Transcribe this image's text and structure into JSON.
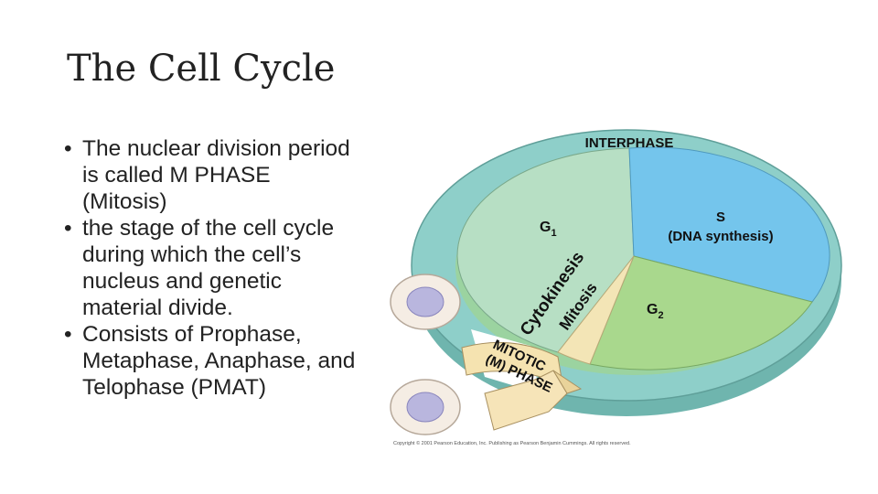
{
  "slide": {
    "title": "The Cell Cycle",
    "bullets": [
      {
        "lines": [
          "The nuclear division period",
          "is called M PHASE",
          "(Mitosis)"
        ]
      },
      {
        "lines": [
          "the stage of the cell cycle",
          "during which the cell’s",
          "nucleus and genetic",
          "material divide."
        ]
      },
      {
        "lines": [
          "Consists of Prophase,",
          "Metaphase, Anaphase, and",
          "Telophase (PMAT)"
        ]
      }
    ]
  },
  "diagram": {
    "interphase_label": "INTERPHASE",
    "g1_label": "G",
    "g1_sub": "1",
    "s_label": "S",
    "s_desc": "(DNA synthesis)",
    "g2_label": "G",
    "g2_sub": "2",
    "cytokinesis_label": "Cytokinesis",
    "mitosis_label": "Mitosis",
    "mitotic_label": "MITOTIC",
    "mphase_label": "(M) PHASE",
    "copyright": "Copyright © 2001 Pearson Education, Inc. Publishing as Pearson Benjamin Cummings. All rights reserved.",
    "colors": {
      "ring": "#8ecfc9",
      "ring_dark": "#6fb5ae",
      "g1": "#b7dfc4",
      "s": "#74c5ec",
      "g2": "#a9d88d",
      "mitosis": "#f3e5b6",
      "cell": "#f5ede4",
      "nucleus": "#b9b6de"
    }
  }
}
